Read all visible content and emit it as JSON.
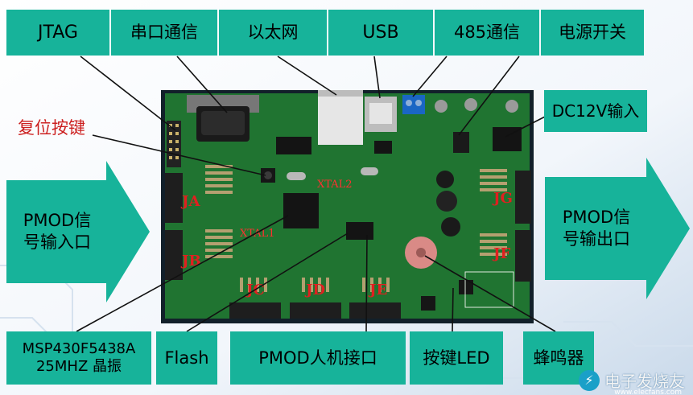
{
  "top_labels": [
    "JTAG",
    "串口通信",
    "以太网",
    "USB",
    "485通信",
    "电源开关"
  ],
  "right_label": "DC12V输入",
  "reset_label": "复位按键",
  "left_arrow_label": "PMOD信\n号输入口",
  "right_arrow_label": "PMOD信\n号输出口",
  "bottom_labels": {
    "mcu": "MSP430F5438A\n25MHZ 晶振",
    "flash": "Flash",
    "hmi": "PMOD人机接口",
    "key_led": "按键LED",
    "buzzer": "蜂鸣器"
  },
  "board_labels": {
    "ja": "JA",
    "jb": "JB",
    "jc": "JC",
    "jd": "JD",
    "je": "JE",
    "jf": "JF",
    "jg": "JG",
    "xtal1": "XTAL1",
    "xtal2": "XTAL2"
  },
  "watermark": {
    "icon": "plug-icon",
    "text": "电子发烧友",
    "url": "www.elecfans.com"
  },
  "colors": {
    "box": "#17b39a",
    "board": "#1d6e2e",
    "label_red": "#e02020",
    "leader": "#111111"
  }
}
